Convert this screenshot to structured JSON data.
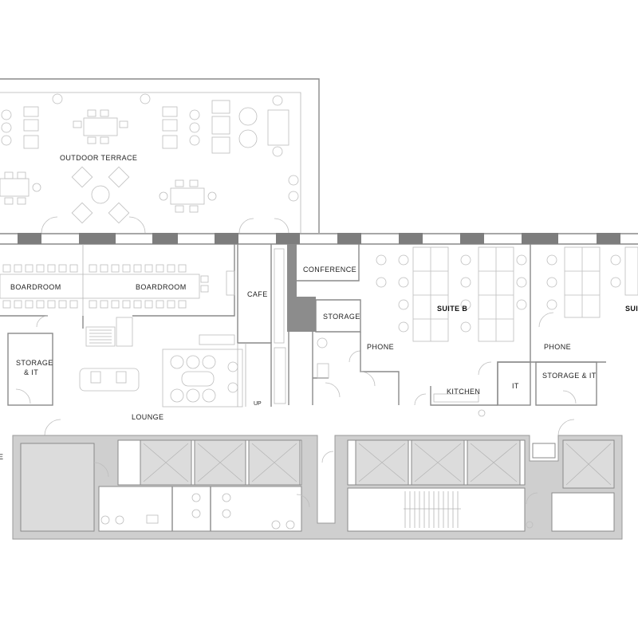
{
  "labels": {
    "outdoor_terrace": "OUTDOOR TERRACE",
    "boardroom_1": "BOARDROOM",
    "boardroom_2": "BOARDROOM",
    "cafe": "CAFE",
    "conference": "CONFERENCE",
    "storage": "STORAGE",
    "suite_b": "SUITE B",
    "phone_1": "PHONE",
    "phone_2": "PHONE",
    "storage_it_left_1": "STORAGE",
    "storage_it_left_2": "& IT",
    "lounge": "LOUNGE",
    "kitchen": "KITCHEN",
    "it": "IT",
    "storage_it_right": "STORAGE & IT",
    "up": "UP",
    "suite_cut": "SUIT",
    "e_cut": "E"
  },
  "colors": {
    "walls": "#8a8a8a",
    "core_fill": "#cfcfcf",
    "piers": "#7d7d7d",
    "furniture": "#bdbdbd"
  }
}
